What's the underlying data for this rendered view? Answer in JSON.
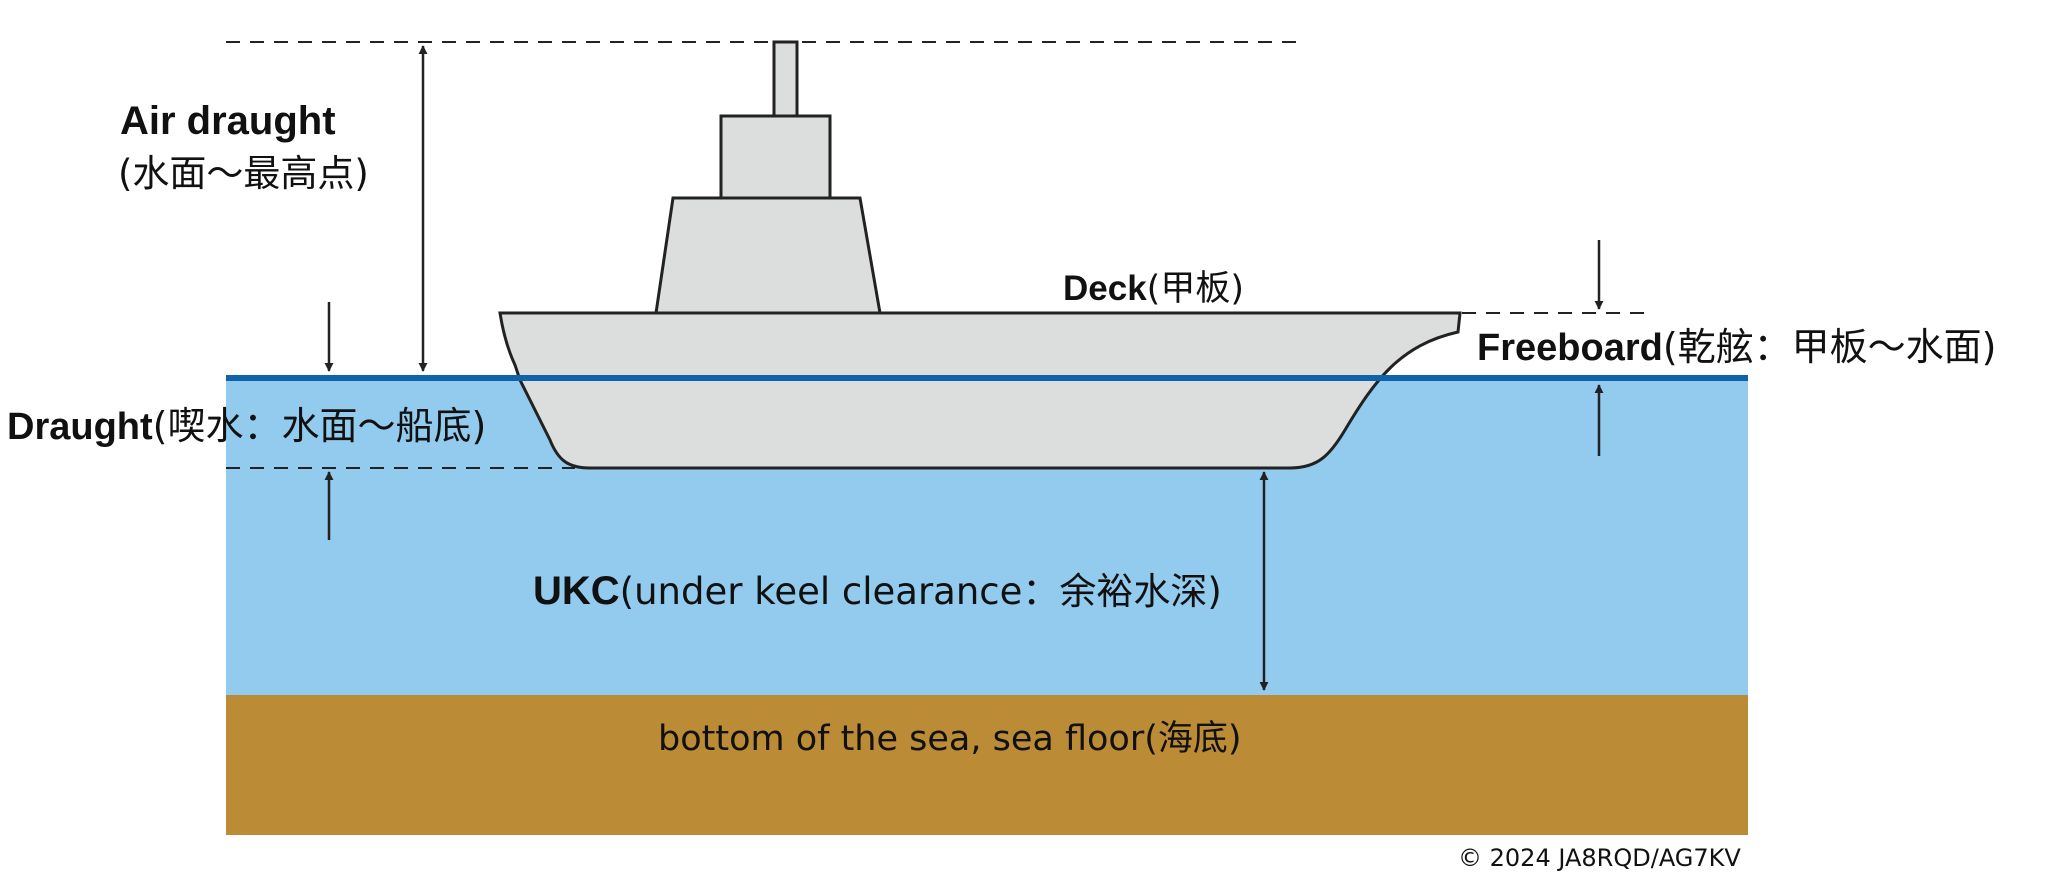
{
  "colors": {
    "water": "#92cbee",
    "waterline": "#0e63aa",
    "seabed": "#bb8b36",
    "ship": "#dcdddd",
    "ship_outline": "#222222",
    "text": "#111111",
    "arrow": "#222222"
  },
  "labels": {
    "air_draught": {
      "main": "Air draught",
      "sub": "(水面〜最高点)"
    },
    "deck": {
      "main": "Deck",
      "sub": "(甲板)"
    },
    "freeboard": {
      "main": "Freeboard",
      "sub": "(乾舷：甲板〜水面)"
    },
    "draught": {
      "main": "Draught",
      "sub": "(喫水：水面〜船底)"
    },
    "ukc": {
      "main": "UKC",
      "sub": "(under keel clearance：余裕水深)"
    },
    "sea_floor": "bottom of the sea, sea floor(海底)",
    "copyright": "© 2024 JA8RQD/AG7KV"
  }
}
